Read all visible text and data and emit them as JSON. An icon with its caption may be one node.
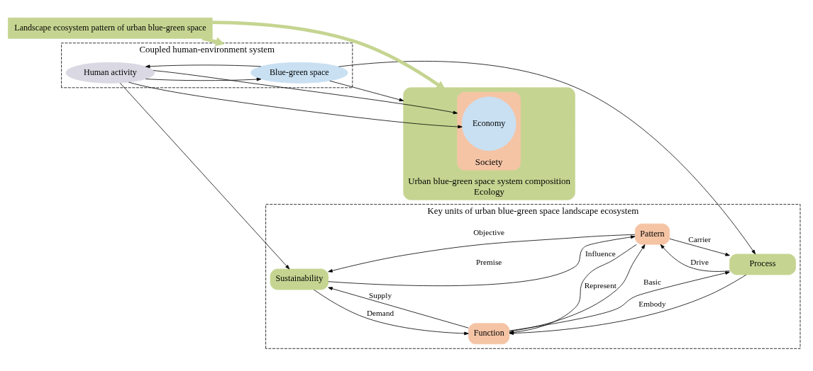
{
  "diagram": {
    "nodes": [
      {
        "text": [
          "Urban blue-green space system composition",
          "Ecology"
        ]
      },
      {
        "text": [
          "Society"
        ],
        "in": 0
      },
      {
        "text": [
          "Economy"
        ],
        "in": 1
      },
      {
        "text": [
          "Coupled human-environment system"
        ]
      },
      {
        "text": [
          "Human activity"
        ],
        "in": 3
      },
      {
        "text": [
          "Blue-green space"
        ],
        "in": 3
      },
      {
        "text": [
          "Key units of urban blue-green space landscape ecosystem"
        ]
      },
      {
        "text": [
          "Sustainability"
        ],
        "in": 6
      },
      {
        "text": [
          "Function"
        ],
        "in": 6
      },
      {
        "text": [
          "Pattern"
        ],
        "in": 6
      },
      {
        "text": [
          "Process"
        ],
        "in": 6
      },
      {
        "text": [
          "Landscape ecosystem pattern of urban blue-green space"
        ]
      }
    ],
    "edges": [
      {
        "from": 4,
        "to": 2,
        "arrow": "to"
      },
      {
        "from": 4,
        "to": 1,
        "arrow": "to"
      },
      {
        "from": 5,
        "to": 0,
        "arrow": "to"
      },
      {
        "from": 4,
        "to": 5,
        "arrow": "to"
      },
      {
        "from": 5,
        "to": 4,
        "arrow": "to"
      },
      {
        "from": 4,
        "to": 7,
        "arrow": "to"
      },
      {
        "from": 5,
        "to": 10,
        "arrow": "to"
      },
      {
        "from": 8,
        "to": 7,
        "arrow": "to",
        "label": "Supply"
      },
      {
        "from": 7,
        "to": 8,
        "arrow": "to",
        "label": "Demand"
      },
      {
        "from": 7,
        "to": 9,
        "arrow": "to",
        "label": "Premise"
      },
      {
        "from": 9,
        "to": 7,
        "arrow": "to",
        "label": "Objective"
      },
      {
        "from": 8,
        "to": 9,
        "arrow": "to",
        "label": "Represent"
      },
      {
        "from": 9,
        "to": 8,
        "arrow": "to",
        "label": "Influence"
      },
      {
        "from": 10,
        "to": 8,
        "arrow": "to",
        "label": "Embody"
      },
      {
        "from": 8,
        "to": 10,
        "arrow": "to",
        "label": "Basic"
      },
      {
        "from": 10,
        "to": 9,
        "arrow": "to",
        "label": "Drive"
      },
      {
        "from": 9,
        "to": 10,
        "arrow": "to",
        "label": "Carrier"
      },
      {
        "from": 11,
        "to": 0,
        "arrow": "to",
        "style": "thick",
        "color": "#c5d591"
      },
      {
        "from": 11,
        "to": 3,
        "arrow": "to",
        "style": "thick",
        "color": "#c5d591"
      }
    ]
  }
}
